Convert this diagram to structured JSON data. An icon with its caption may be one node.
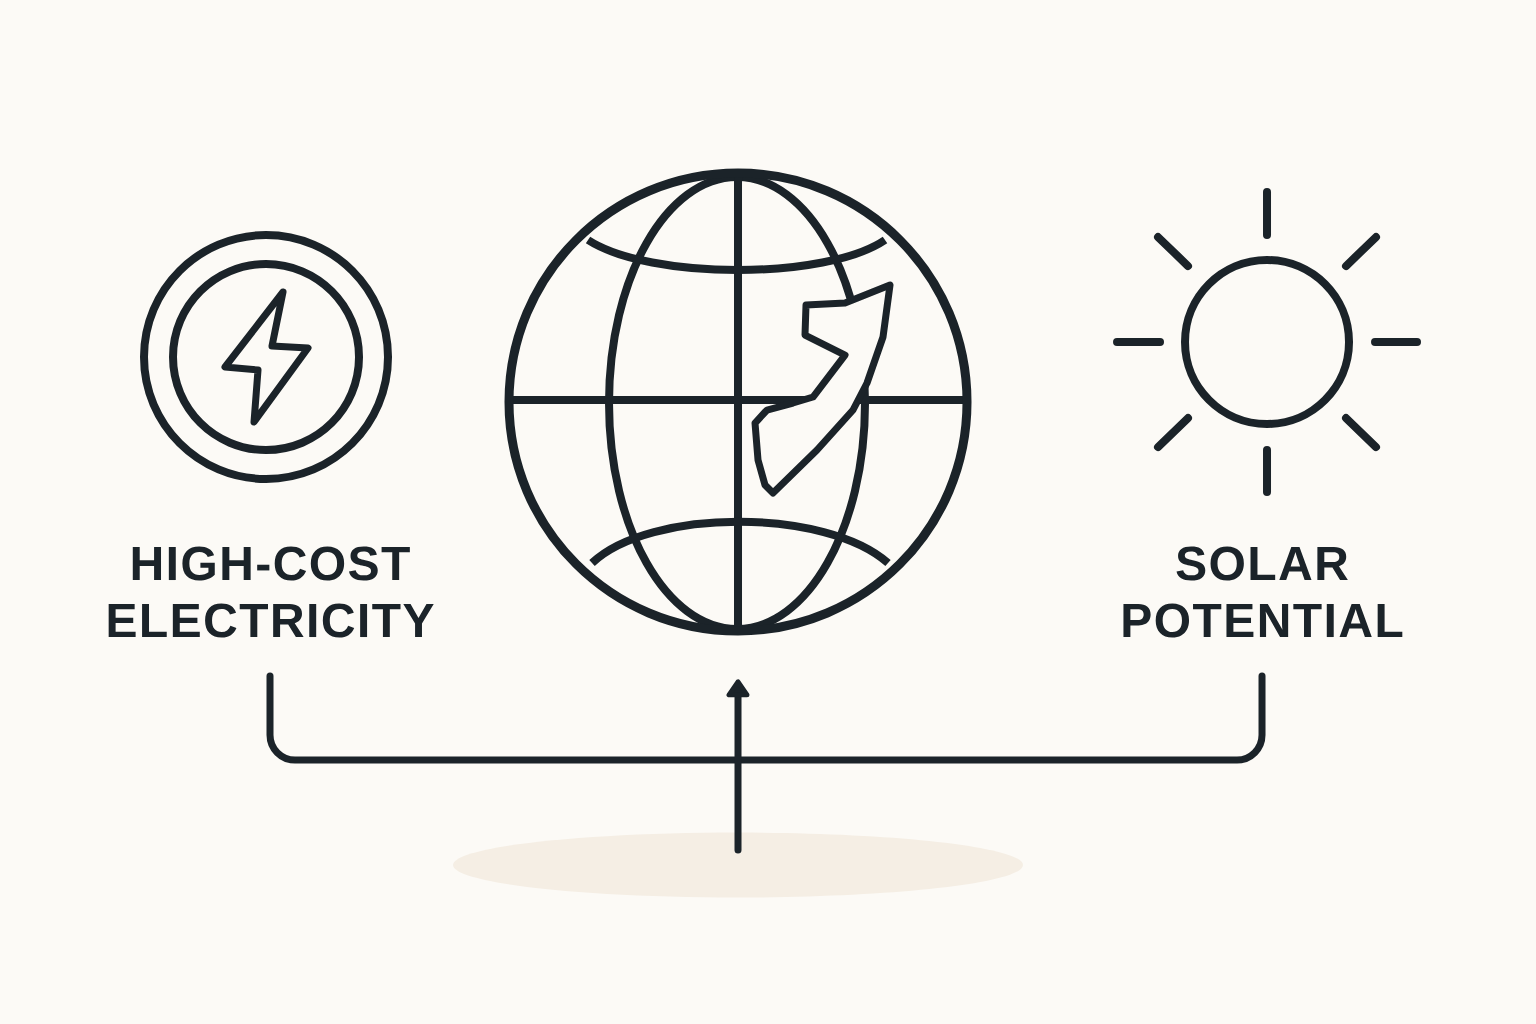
{
  "diagram": {
    "nodes": [
      {
        "text": [
          "HIGH-COST ELECTRICITY"
        ]
      },
      {
        "text": [],
        "shape": "picture"
      },
      {
        "text": [
          "SOLAR POTENTIAL"
        ]
      },
      {
        "text": [],
        "shape": "ellipse"
      }
    ],
    "edges": [
      {
        "from": 0,
        "to": 2,
        "arrow": "none"
      },
      {
        "from": 3,
        "to": 1,
        "arrow": "to"
      }
    ]
  }
}
